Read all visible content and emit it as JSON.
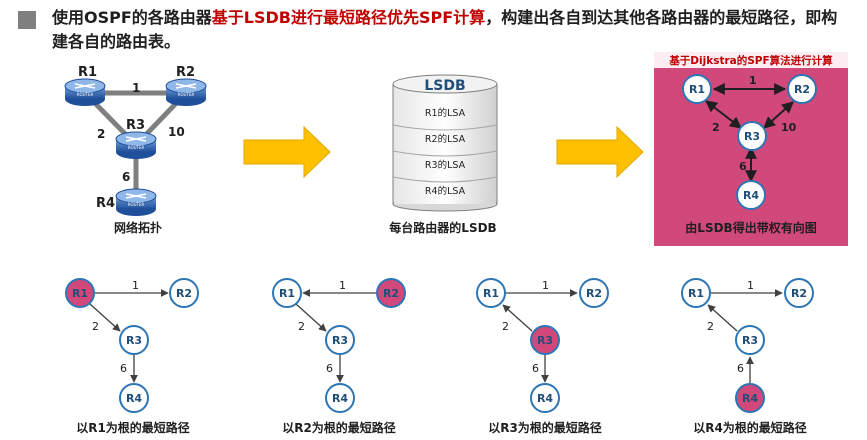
{
  "title": {
    "part1": "使用OSPF的各路由器",
    "highlight": "基于LSDB进行最短路径优先SPF计算",
    "part2": "，构建出各自到达其他各路由器的最短路径，即构建各自的路由表。"
  },
  "topology": {
    "routers": [
      "R1",
      "R2",
      "R3",
      "R4"
    ],
    "router_badge": "ROUTER",
    "costs": {
      "r1_r2": "1",
      "r1_r3": "2",
      "r2_r3": "10",
      "r3_r4": "6"
    },
    "caption": "网络拓扑"
  },
  "lsdb": {
    "title": "LSDB",
    "rows": [
      "R1的LSA",
      "R2的LSA",
      "R3的LSA",
      "R4的LSA"
    ],
    "caption": "每台路由器的LSDB"
  },
  "dijkstra": {
    "header": "基于Dijkstra的SPF算法进行计算",
    "caption": "由LSDB得出带权有向图",
    "bg_color": "#d1497a"
  },
  "trees": [
    {
      "caption": "以R1为根的最短路径",
      "root": "R1"
    },
    {
      "caption": "以R2为根的最短路径",
      "root": "R2"
    },
    {
      "caption": "以R3为根的最短路径",
      "root": "R3"
    },
    {
      "caption": "以R4为根的最短路径",
      "root": "R4"
    }
  ],
  "colors": {
    "node_stroke": "#2e75b6",
    "node_text": "#1f4e79",
    "root_fill": "#d1497a",
    "arrow_fill": "#ffc000"
  }
}
